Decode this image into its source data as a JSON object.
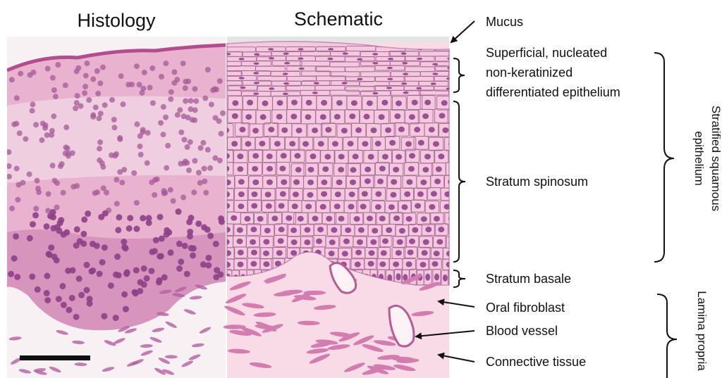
{
  "titles": {
    "histology": "Histology",
    "schematic": "Schematic"
  },
  "labels": {
    "mucus": "Mucus",
    "superficial_line1": "Superficial, nucleated",
    "superficial_line2": "non-keratinized",
    "superficial_line3": "differentiated epithelium",
    "stratum_spinosum": "Stratum spinosum",
    "stratum_basale": "Stratum basale",
    "oral_fibroblast": "Oral fibroblast",
    "blood_vessel": "Blood vessel",
    "connective_tissue": "Connective tissue"
  },
  "groups": {
    "stratified_line1": "Stratified squamous",
    "stratified_line2": "epithelium",
    "lamina_propria": "Lamina propria"
  },
  "colors": {
    "epithelium": "#f2c9dd",
    "nucleus": "#9b4f94",
    "connective": "#f8dbe7",
    "mucus": "#e4e4e4"
  }
}
